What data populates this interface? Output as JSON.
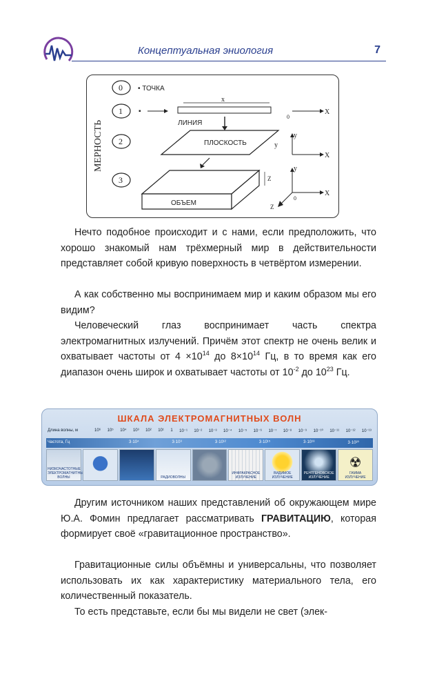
{
  "header": {
    "title": "Концептуальная эниология",
    "page_number": "7",
    "colors": {
      "accent": "#2a3f8f"
    }
  },
  "diagram": {
    "side_label": "МЕРНОСТЬ",
    "levels": [
      "0",
      "1",
      "2",
      "3"
    ],
    "point_label": "• ТОЧКА",
    "line_label": "ЛИНИЯ",
    "plane_label": "ПЛОСКОСТЬ",
    "volume_label": "ОБЪЕМ",
    "axis_x": "X",
    "axis_x_lower": "x",
    "axis_y": "y",
    "axis_z": "Z",
    "origin": "0"
  },
  "paragraphs": {
    "p1": "Нечто подобное происходит и с нами, если предположить, что хорошо знакомый нам трёхмерный мир в действительности представляет собой кривую поверхность в четвёртом измерении.",
    "p2": "А как собственно мы воспринимаем мир и каким образом мы его видим?",
    "p3_a": "Человеческий глаз воспринимает часть спектра электромагнитных излучений. Причём этот спектр не очень велик и охватывает частоты от 4 ×10",
    "p3_sup1": "14",
    "p3_b": " до 8×10",
    "p3_sup2": "14",
    "p3_c": " Гц, в то время как его диапазон очень широк и охватывает частоты от 10",
    "p3_sup3": "-2",
    "p3_d": " до 10",
    "p3_sup4": "23",
    "p3_e": " Гц.",
    "p4_a": "Другим источником наших представлений об окружающем мире Ю.А. Фомин предлагает рассматривать ",
    "p4_bold": "ГРАВИТАЦИЮ",
    "p4_b": ", которая формирует своё «гравитационное пространство».",
    "p5": "Гравитационные силы объёмны и универсальны, что позволяет использовать их как характеристику материального тела, его количественный показатель.",
    "p6": "То есть представьте, если бы мы видели не свет (элек-"
  },
  "em_scale": {
    "title": "ШКАЛА ЭЛЕКТРОМАГНИТНЫХ ВОЛН",
    "wavelength_label": "Длина волны, м",
    "wavelength_ticks": [
      "10⁶",
      "10⁵",
      "10⁴",
      "10³",
      "10²",
      "10¹",
      "1",
      "10⁻¹",
      "10⁻²",
      "10⁻³",
      "10⁻⁴",
      "10⁻⁵",
      "10⁻⁶",
      "10⁻⁷",
      "10⁻⁸",
      "10⁻⁹",
      "10⁻¹⁰",
      "10⁻¹¹",
      "10⁻¹²",
      "10⁻¹³"
    ],
    "frequency_label": "Частота, Гц",
    "frequency_ticks": [
      "3·10⁴",
      "3·10⁹",
      "3·10¹²",
      "3·10¹⁵",
      "3·10¹⁸",
      "3·10²⁰"
    ],
    "captions": [
      "НИЗКОЧАСТОТНЫЕ ЭЛЕКТРОМАГНИТНЫЕ ВОЛНЫ",
      "",
      "",
      "РАДИОВОЛНЫ",
      "",
      "ИНФРАКРАСНОЕ ИЗЛУЧЕНИЕ",
      "ВИДИМОЕ ИЗЛУЧЕНИЕ",
      "РЕНТГЕНОВСКОЕ ИЗЛУЧЕНИЕ",
      "ГАММА ИЗЛУЧЕНИЕ"
    ],
    "colors": {
      "title": "#e04b1c",
      "band": "#3a6fb0"
    }
  }
}
